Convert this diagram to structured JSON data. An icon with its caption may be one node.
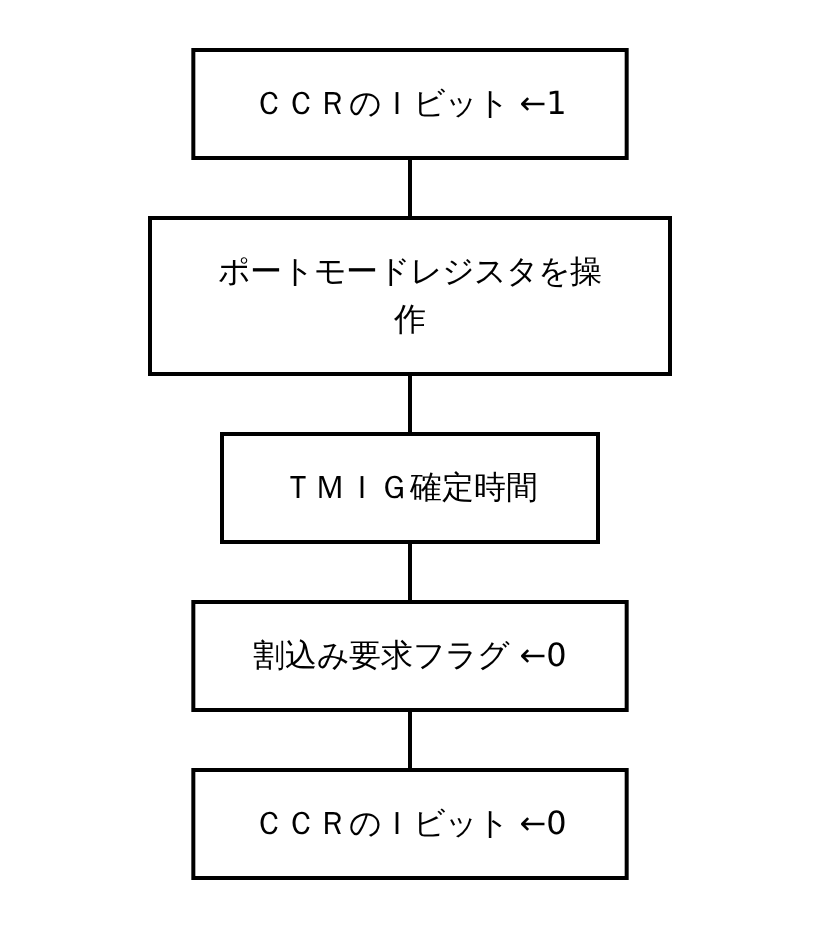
{
  "diagram": {
    "nodes": [
      {
        "text": [
          "ＣＣＲのＩビット ←1"
        ]
      },
      {
        "text": [
          "ポートモードレジスタを操作"
        ]
      },
      {
        "text": [
          "ＴＭＩＧ確定時間"
        ]
      },
      {
        "text": [
          "割込み要求フラグ ←0"
        ]
      },
      {
        "text": [
          "ＣＣＲのＩビット ←0"
        ]
      }
    ],
    "edges": [
      {
        "from": 0,
        "to": 1,
        "arrow": "none"
      },
      {
        "from": 1,
        "to": 2,
        "arrow": "none"
      },
      {
        "from": 2,
        "to": 3,
        "arrow": "none"
      },
      {
        "from": 3,
        "to": 4,
        "arrow": "none"
      }
    ]
  }
}
